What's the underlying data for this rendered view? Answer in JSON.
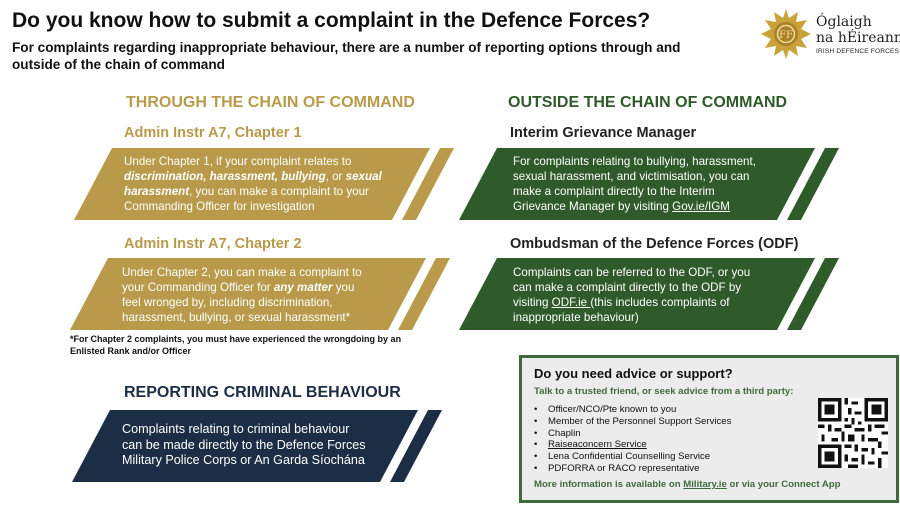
{
  "header": {
    "title": "Do you know how to submit a complaint in the Defence Forces?",
    "subtitle": "For complaints regarding inappropriate behaviour, there are a number of reporting options through and outside of the chain of command"
  },
  "logo": {
    "line1": "Óglaigh",
    "line2": "na hÉireann",
    "line3": "IRISH DEFENCE FORCES"
  },
  "colors": {
    "gold": "#b89a4a",
    "green": "#2f5a2a",
    "navy": "#1c2e45"
  },
  "through": {
    "heading": "THROUGH THE CHAIN OF COMMAND",
    "ch1": {
      "heading": "Admin Instr A7, Chapter 1",
      "t1": "Under Chapter 1, if your complaint relates to",
      "t2": "discrimination, harassment, bullying",
      "t3": ", or ",
      "t4": "sexual",
      "t5": "harassment",
      "t6": ", you can make a complaint to your",
      "t7": "Commanding Officer for investigation"
    },
    "ch2": {
      "heading": "Admin Instr A7, Chapter 2",
      "t1": "Under Chapter 2, you can make a complaint to",
      "t2": "your Commanding Officer for ",
      "t3": "any matter",
      "t4": " you",
      "t5": "feel wronged by, including discrimination,",
      "t6": "harassment, bullying, or sexual harassment*"
    },
    "note": "*For Chapter 2 complaints, you must have experienced the wrongdoing by an Enlisted Rank and/or Officer"
  },
  "outside": {
    "heading": "OUTSIDE THE CHAIN OF COMMAND",
    "igm": {
      "heading": "Interim Grievance Manager",
      "t1": "For complaints relating to bullying, harassment,",
      "t2": "sexual harassment, and victimisation, you can",
      "t3": "make a complaint directly to the Interim",
      "t4": "Grievance Manager by visiting ",
      "link": "Gov.ie/IGM"
    },
    "odf": {
      "heading": "Ombudsman of the Defence Forces (ODF)",
      "t1": "Complaints can be referred to the ODF, or you",
      "t2": "can make a complaint directly to the ODF by",
      "t3": "visiting ",
      "link": "ODF.ie ",
      "t4": "(this includes complaints of",
      "t5": "inappropriate behaviour)"
    }
  },
  "criminal": {
    "heading": "REPORTING CRIMINAL BEHAVIOUR",
    "l1": "Complaints relating to criminal behaviour",
    "l2": "can be made directly to the Defence Forces",
    "l3": "Military Police Corps or An Garda Síochána"
  },
  "advice": {
    "title": "Do you need advice or support?",
    "subtitle": "Talk to a trusted friend, or seek advice from a third party:",
    "bullet": "•",
    "items": [
      "Officer/NCO/Pte known to you",
      "Member of the Personnel Support Services",
      "Chaplin",
      "Raiseaconcern Service",
      "Lena Confidential Counselling Service",
      "PDFORRA or RACO representative"
    ],
    "footer_pre": "More information is available on ",
    "footer_link": "Military.ie",
    "footer_post": " or via your Connect App"
  }
}
